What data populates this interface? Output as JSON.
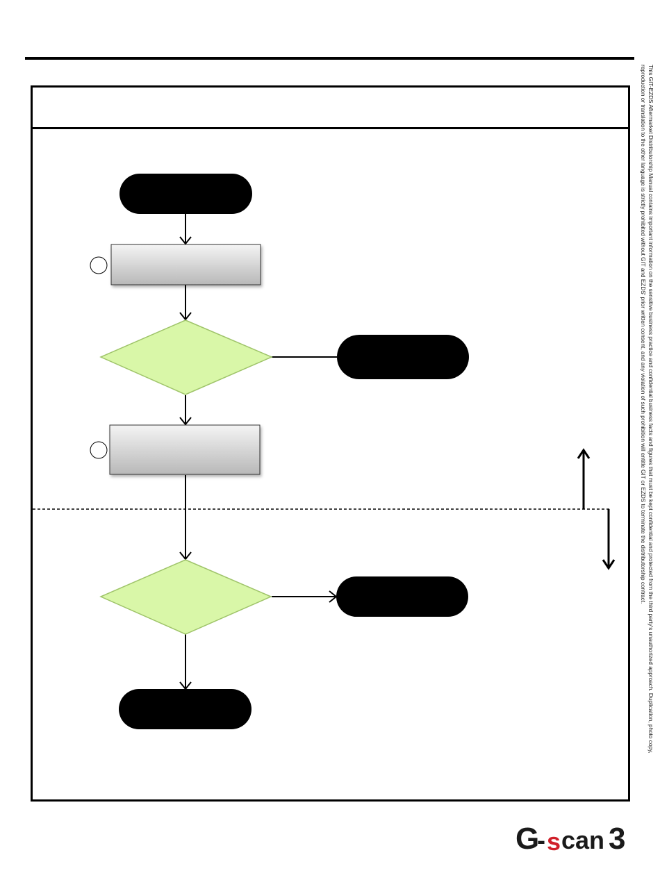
{
  "notice": {
    "line1": "This GIT-EZDS Aftermarket Distributorship Manual contains important information on the sensitive business practice and confidential business facts and figures that must be kept confidential and protected from the third party's unauthorized approach. Duplication, photo copy,",
    "line2": "reproduction or translation to the other language is strictly prohibited without GIT and EZDS' prior written consent, and any violation of such prohibition will entitle GIT or EZDS to terminate the distributorship contract."
  },
  "logo": {
    "text_g": "G",
    "text_dash": "-",
    "text_s": "s",
    "text_can": "can",
    "text_3": "3",
    "colors": {
      "dark": "#1a1a1a",
      "red": "#d0202a"
    }
  },
  "colors": {
    "terminal": "#000000",
    "decision_fill": "#d9f7a8",
    "decision_stroke": "#9fc46a",
    "process_top": "#f4f4f4",
    "process_bottom": "#b8b8b8"
  }
}
